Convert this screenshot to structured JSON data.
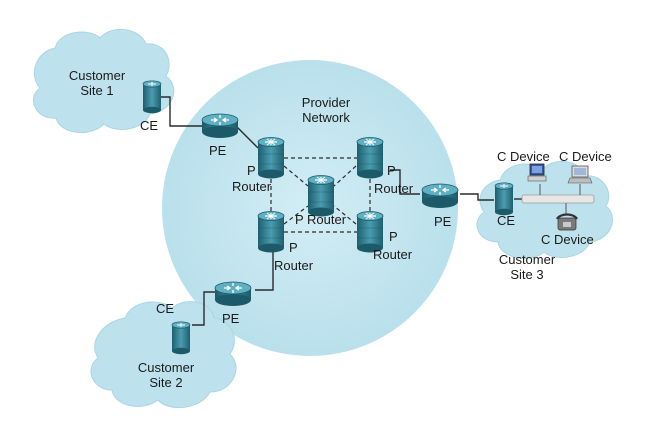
{
  "provider": {
    "line1": "Provider",
    "line2": "Network"
  },
  "sites": [
    {
      "line1": "Customer",
      "line2": "Site 1"
    },
    {
      "line1": "Customer",
      "line2": "Site 2"
    },
    {
      "line1": "Customer",
      "line2": "Site 3"
    }
  ],
  "labels": {
    "ce": "CE",
    "pe": "PE",
    "p": "P",
    "router": "Router",
    "p_router": "P Router",
    "c_device": "C Device"
  },
  "colors": {
    "cloud": "#bfe3ef",
    "provider": "#c8e8f1",
    "router_top": "#3b8fa3",
    "router_side": "#1f5f70",
    "line": "#2b2b2b",
    "dashed": "#2b2b2b"
  },
  "icons": [
    "router-icon",
    "switch-router-icon",
    "computer-icon",
    "phone-icon"
  ]
}
